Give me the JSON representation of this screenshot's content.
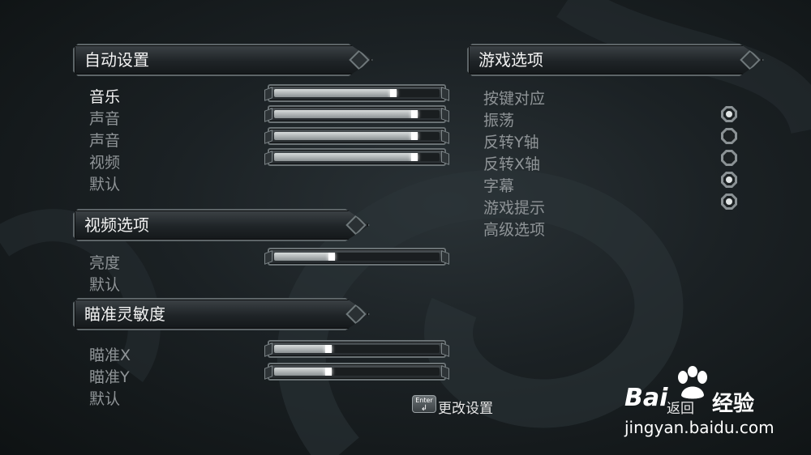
{
  "auto_settings": {
    "title": "自动设置",
    "items": [
      "音乐",
      "声音",
      "声音",
      "视频",
      "默认"
    ],
    "sliders": [
      0.72,
      0.85,
      0.85,
      0.85
    ]
  },
  "video_options": {
    "title": "视频选项",
    "items": [
      "亮度",
      "默认"
    ],
    "sliders": [
      0.35
    ]
  },
  "aim_sensitivity": {
    "title": "瞄准灵敏度",
    "items": [
      "瞄准X",
      "瞄准Y",
      "默认"
    ],
    "sliders": [
      0.33,
      0.33
    ]
  },
  "game_options": {
    "title": "游戏选项",
    "items": [
      "按键对应",
      "振荡",
      "反转Y轴",
      "反转X轴",
      "字幕",
      "游戏提示",
      "高级选项"
    ],
    "toggles": [
      true,
      false,
      false,
      true,
      true
    ]
  },
  "footer": {
    "enter_key": "Enter",
    "change_settings": "更改设置",
    "back": "返回"
  },
  "watermark": {
    "brand": "Bai",
    "brand2": "经验",
    "url": "jingyan.baidu.com"
  },
  "colors": {
    "active_text": "#f4f4f4",
    "inactive_text": "#8f9497",
    "header_text": "#f2f2f2"
  }
}
